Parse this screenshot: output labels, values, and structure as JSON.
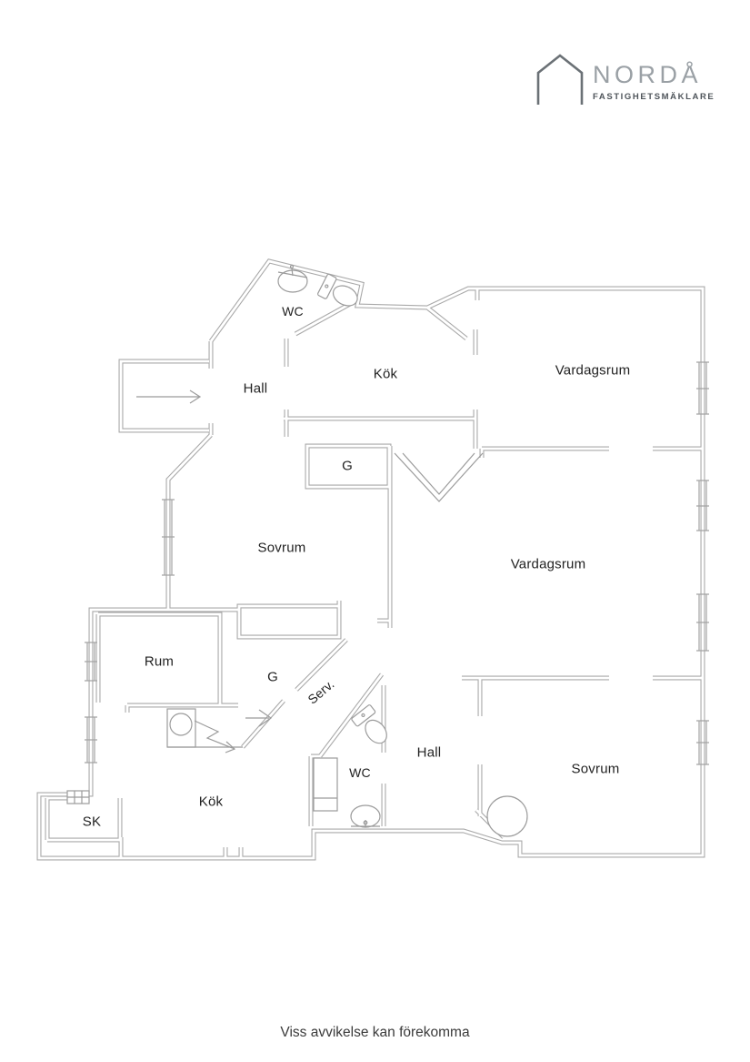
{
  "logo": {
    "brand": "NORDÅ",
    "tagline": "FASTIGHETSMÄKLARE",
    "icon": "house-outline-icon"
  },
  "floorplan": {
    "rooms": [
      {
        "id": "wc-top",
        "label": "WC"
      },
      {
        "id": "hall-top",
        "label": "Hall"
      },
      {
        "id": "kok-top",
        "label": "Kök"
      },
      {
        "id": "vardagsrum-top",
        "label": "Vardagsrum"
      },
      {
        "id": "g-top",
        "label": "G"
      },
      {
        "id": "sovrum-left",
        "label": "Sovrum"
      },
      {
        "id": "vardagsrum-mid",
        "label": "Vardagsrum"
      },
      {
        "id": "rum",
        "label": "Rum"
      },
      {
        "id": "g-small",
        "label": "G"
      },
      {
        "id": "serv",
        "label": "Serv."
      },
      {
        "id": "hall-bottom",
        "label": "Hall"
      },
      {
        "id": "wc-bottom",
        "label": "WC"
      },
      {
        "id": "kok-bottom",
        "label": "Kök"
      },
      {
        "id": "sk",
        "label": "SK"
      },
      {
        "id": "sovrum-bottom",
        "label": "Sovrum"
      }
    ],
    "fixtures": [
      "toilet-icon",
      "sink-icon",
      "washing-machine-icon",
      "stove-icon",
      "lightning-icon",
      "entrance-arrow-icon",
      "door-swing-icon",
      "shaft-hatch-icon"
    ]
  },
  "footer": {
    "disclaimer": "Viss avvikelse kan förekomma"
  },
  "colors": {
    "wall": "#a9a9a9",
    "fixture": "#9b9b9b",
    "label_text": "#222222",
    "logo_brand": "#9aa0a5",
    "logo_tagline": "#4e545a"
  }
}
